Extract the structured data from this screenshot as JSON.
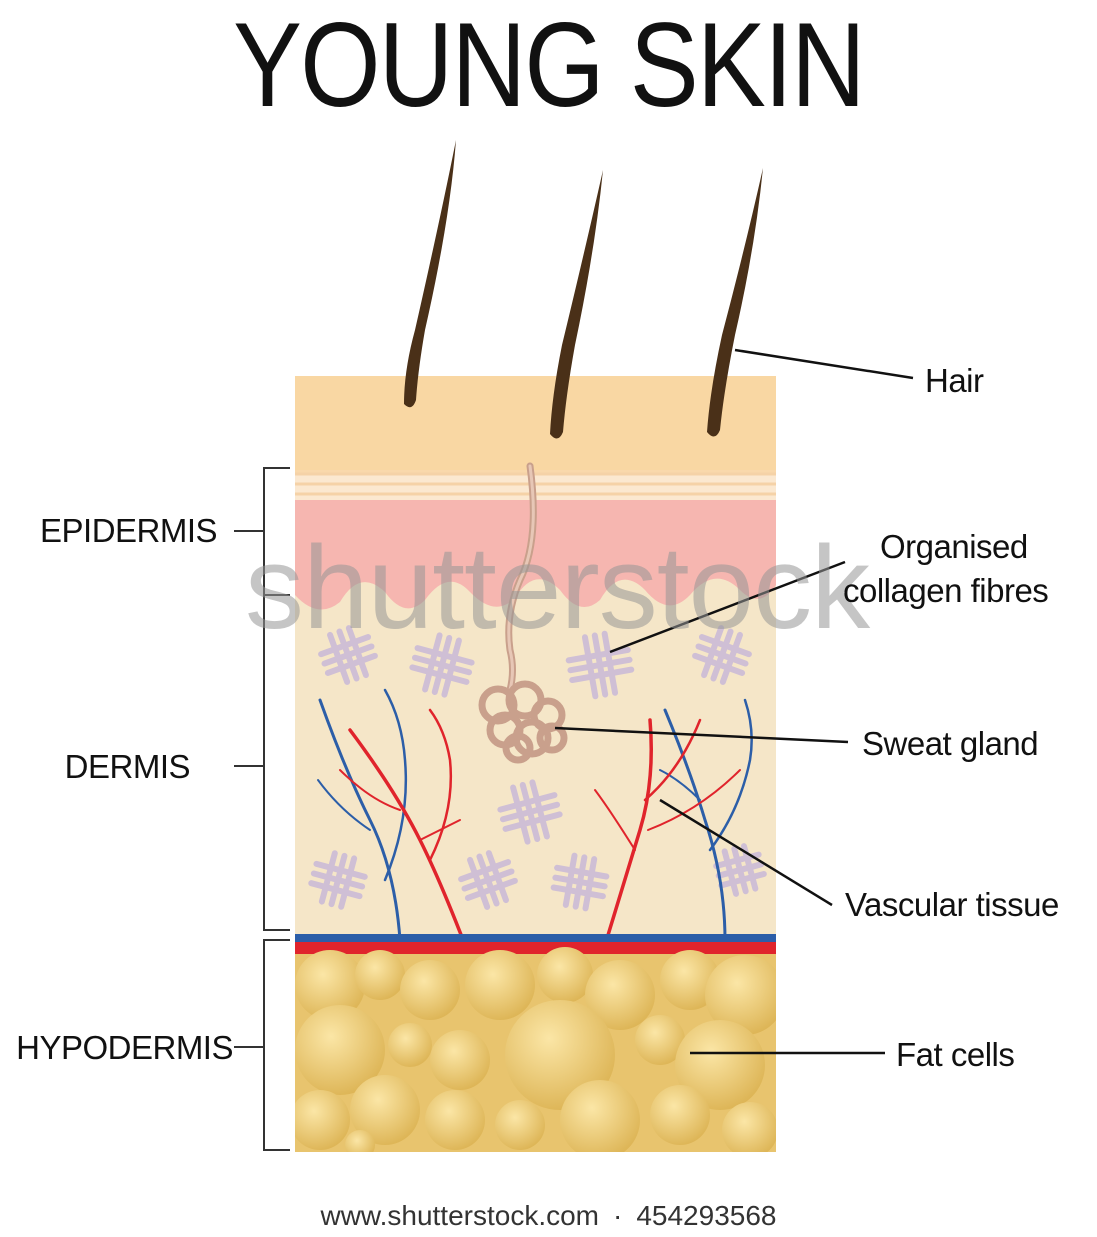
{
  "title": "YOUNG SKIN",
  "left_labels": {
    "epidermis": "EPIDERMIS",
    "dermis": "DERMIS",
    "hypodermis": "HYPODERMIS"
  },
  "right_labels": {
    "hair": "Hair",
    "collagen_line1": "Organised",
    "collagen_line2": "collagen fibres",
    "sweat_gland": "Sweat gland",
    "vascular": "Vascular tissue",
    "fat": "Fat cells"
  },
  "watermark": "shutterstock",
  "footer": {
    "site": "www.shutterstock.com",
    "separator": "·",
    "image_number": "454293568"
  },
  "colors": {
    "surface_layer": "#f9d7a3",
    "epidermis_pink": "#f6b6b0",
    "dermis": "#f5e6c8",
    "fat": "#e8c46e",
    "hair": "#4a3018",
    "artery": "#e0242c",
    "vein": "#2c5ea8",
    "collagen": "#cdbdd6",
    "sweat_gland": "#d4a996"
  }
}
